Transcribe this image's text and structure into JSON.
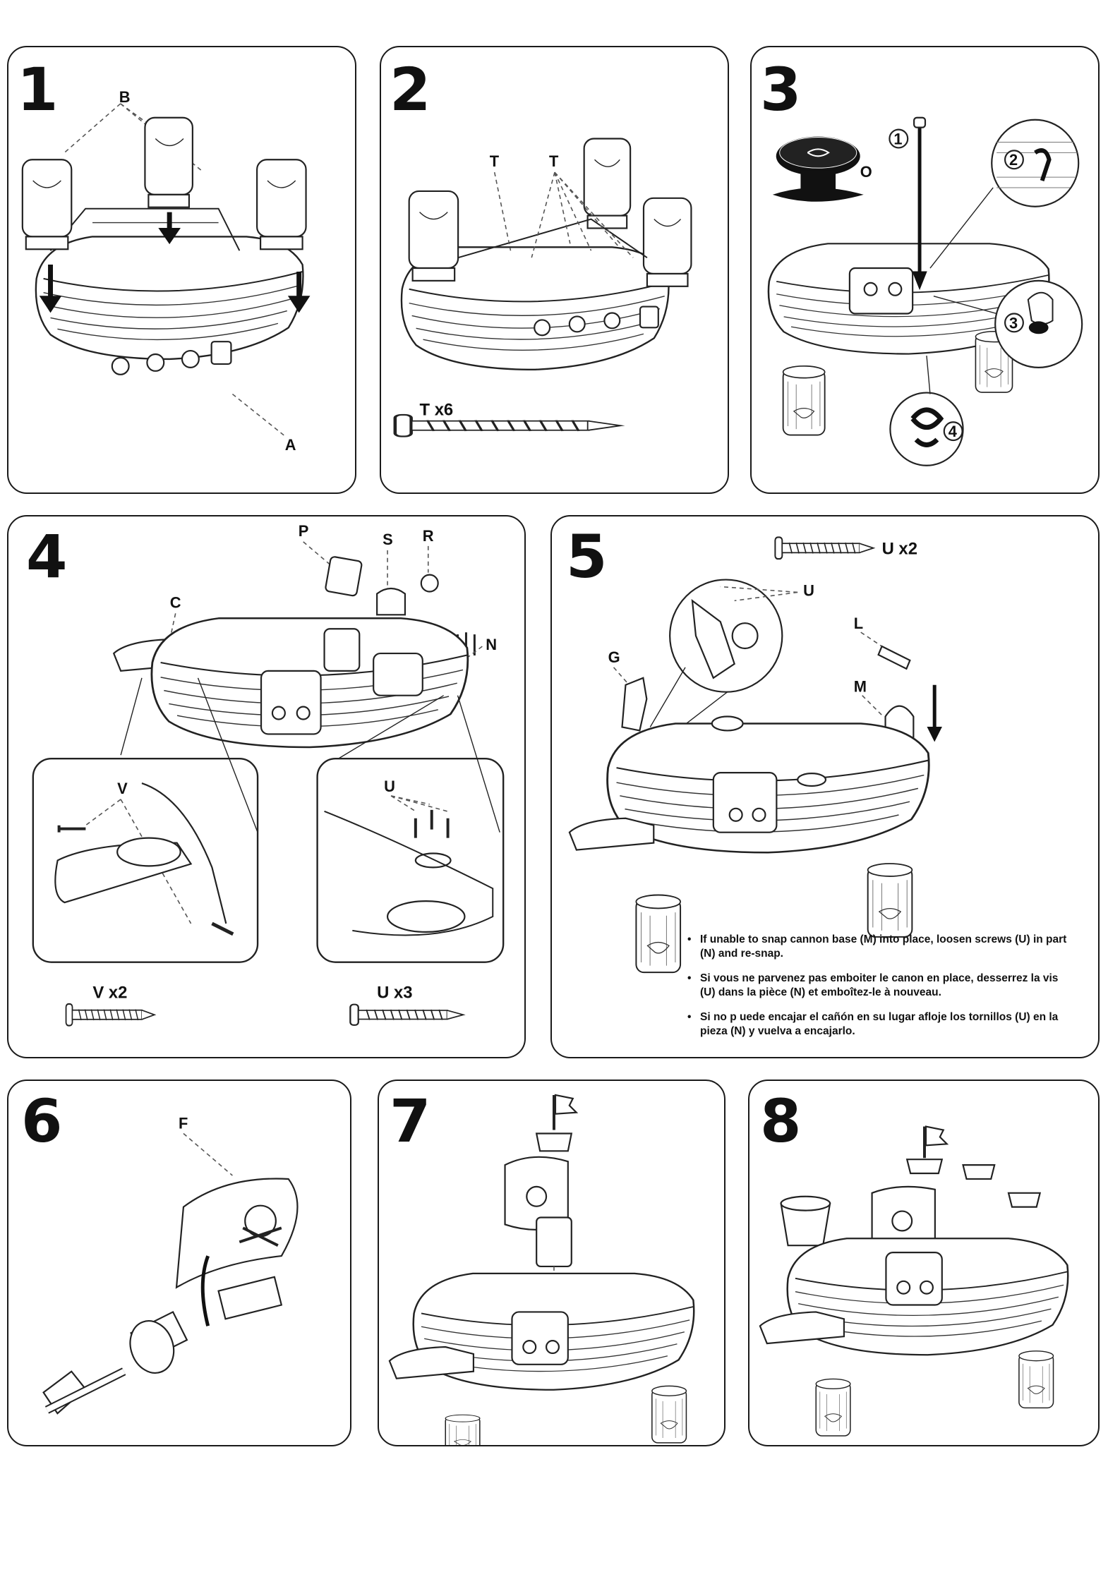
{
  "steps": [
    {
      "number": "1",
      "labels": {
        "b": "B",
        "a": "A"
      }
    },
    {
      "number": "2",
      "labels": {
        "t1": "T",
        "t2": "T",
        "count": "T x6"
      }
    },
    {
      "number": "3",
      "labels": {
        "o": "O",
        "c1": "1",
        "c2": "2",
        "c3": "3",
        "c4": "4"
      }
    },
    {
      "number": "4",
      "labels": {
        "p": "P",
        "s": "S",
        "r": "R",
        "c": "C",
        "n": "N",
        "v": "V",
        "u": "U",
        "v_count": "V x2",
        "u_count": "U x3"
      }
    },
    {
      "number": "5",
      "labels": {
        "u_count": "U x2",
        "u": "U",
        "g": "G",
        "l": "L",
        "m": "M"
      }
    },
    {
      "number": "6",
      "labels": {
        "f": "F"
      }
    },
    {
      "number": "7",
      "labels": {}
    },
    {
      "number": "8",
      "labels": {}
    }
  ],
  "step5_notes": [
    "If unable to snap cannon base (M) into place, loosen screws (U) in part (N) and re-snap.",
    "Si vous ne parvenez pas emboiter le canon en place, desserrez la vis (U) dans la pièce (N) et emboîtez-le à nouveau.",
    "Si no p uede encajar el cañón en su lugar afloje los tornillos (U) en la pieza (N) y vuelva a encajarlo."
  ],
  "bullet": "•"
}
